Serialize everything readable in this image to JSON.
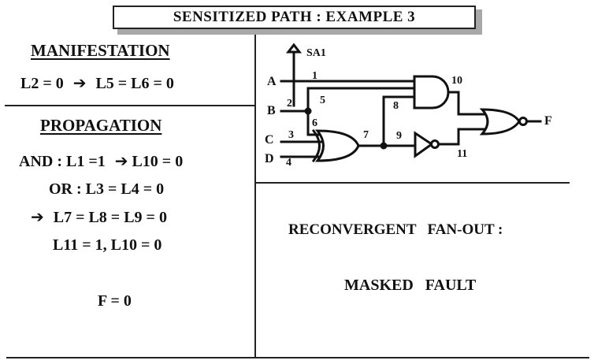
{
  "title": "SENSITIZED  PATH : EXAMPLE 3",
  "manifestation": {
    "heading": "MANIFESTATION",
    "eq_left": "L2 = 0",
    "eq_right": "L5 = L6 = 0"
  },
  "propagation": {
    "heading": "PROPAGATION",
    "and_left": "AND : L1 =1",
    "and_right": "L10 = 0",
    "or_line": "OR : L3 = L4 = 0",
    "l7_line": "L7 = L8 = L9 = 0",
    "l11_line": "L11 = 1, L10 = 0",
    "f_line": "F = 0"
  },
  "circuit": {
    "stuck_at": "SA1",
    "inputs": [
      "A",
      "B",
      "C",
      "D"
    ],
    "output": "F",
    "line_numbers": [
      "1",
      "2",
      "3",
      "4",
      "5",
      "6",
      "7",
      "8",
      "9",
      "10",
      "11"
    ]
  },
  "right_panel": {
    "reconvergent": "RECONVERGENT   FAN-OUT :",
    "masked": "MASKED   FAULT"
  }
}
